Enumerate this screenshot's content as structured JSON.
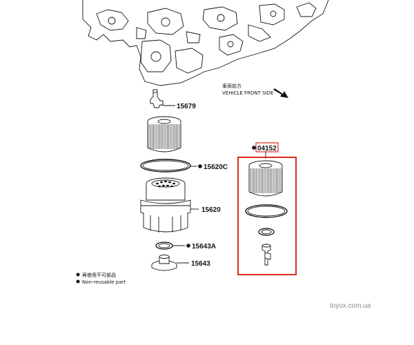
{
  "direction": {
    "label_jp": "車両前方",
    "label_en": "VEHICLE FRONT SIDE"
  },
  "parts": {
    "p15679": "15679",
    "p15620C": "15620C",
    "p15620": "15620",
    "p15643A": "15643A",
    "p15643": "15643",
    "p04152": "04152"
  },
  "legend": {
    "jp": "再使用不可部品",
    "en": "Non-reusable part"
  },
  "watermark": "toyox.com.ua",
  "colors": {
    "highlight": "#e0281c",
    "line": "#111111",
    "watermark": "#8a8a8a"
  }
}
